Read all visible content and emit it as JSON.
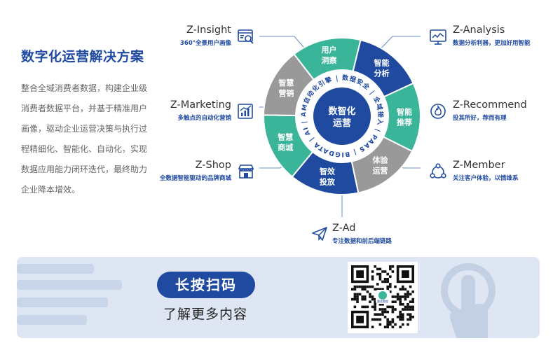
{
  "title": "数字化运营解决方案",
  "description": "整合全域消费者数据，构建企业级消费者数据平台，并基于精准用户画像，驱动企业运营决策与执行过程精细化、智能化、自动化，实现数据应用能力闭环迭代，最终助力企业降本增效。",
  "wheel": {
    "center": [
      "数智化",
      "运营"
    ],
    "ring_text": "数据安全 | 全域接入 | PAAS | BIGDATA | AI | AM自动化引擎 |",
    "segments": [
      {
        "lines": [
          "用户",
          "洞察"
        ],
        "color": "#3bb59a"
      },
      {
        "lines": [
          "智能",
          "分析"
        ],
        "color": "#1f4aa0"
      },
      {
        "lines": [
          "智能",
          "推荐"
        ],
        "color": "#3bb59a"
      },
      {
        "lines": [
          "体验",
          "运营"
        ],
        "color": "#999999"
      },
      {
        "lines": [
          "智效",
          "投放"
        ],
        "color": "#1f4aa0"
      },
      {
        "lines": [
          "智慧",
          "商城"
        ],
        "color": "#3bb59a"
      },
      {
        "lines": [
          "智慧",
          "营销"
        ],
        "color": "#999999"
      }
    ]
  },
  "modules": {
    "insight": {
      "name": "Z-Insight",
      "sub": "360°全景用户画像",
      "icon": "web-search-icon"
    },
    "analysis": {
      "name": "Z-Analysis",
      "sub": "数据分析利器，更加好用智能",
      "icon": "analytics-monitor-icon"
    },
    "marketing": {
      "name": "Z-Marketing",
      "sub": "多触点的自动化营销",
      "icon": "growth-chart-icon"
    },
    "recommend": {
      "name": "Z-Recommend",
      "sub": "投其所好，荐而有理",
      "icon": "flame-icon"
    },
    "shop": {
      "name": "Z-Shop",
      "sub": "全数据智能驱动的品牌商城",
      "icon": "store-icon"
    },
    "member": {
      "name": "Z-Member",
      "sub": "关注客户体验，以情维系",
      "icon": "member-network-icon"
    },
    "ad": {
      "name": "Z-Ad",
      "sub": "专注数据和前后端链路",
      "icon": "paper-plane-icon"
    }
  },
  "cta": {
    "button": "长按扫码",
    "sub": "了解更多内容",
    "qr_label": "晨芝数据"
  },
  "colors": {
    "blue": "#1f4aa0",
    "green": "#3bb59a",
    "gray": "#999999"
  }
}
